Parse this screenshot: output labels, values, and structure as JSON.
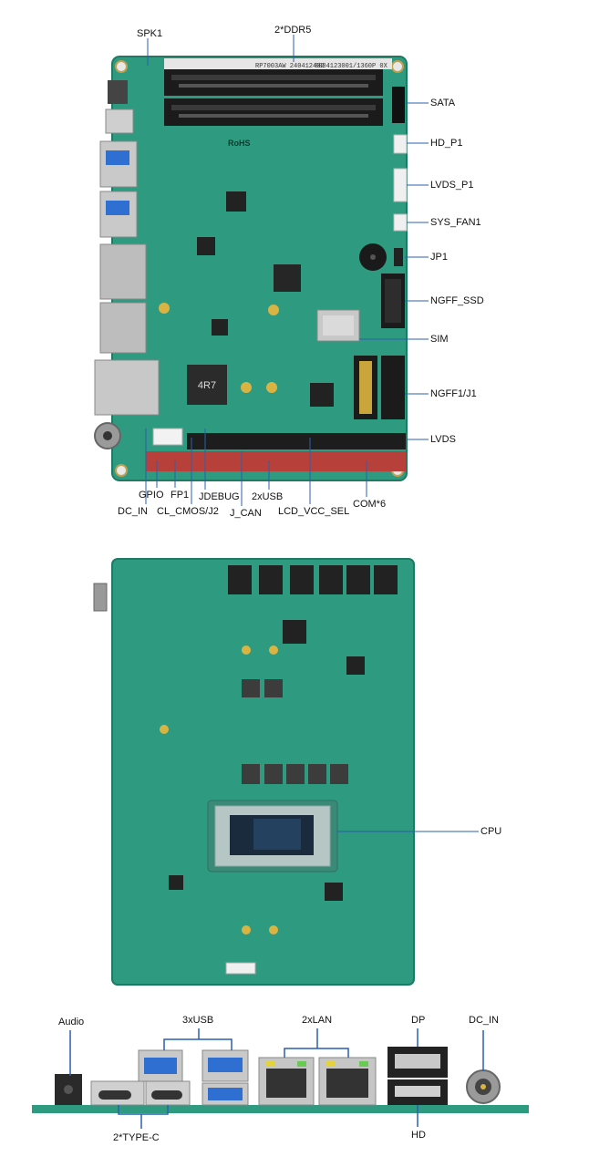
{
  "top_board": {
    "silkscreen": {
      "ddr_code_left": "RP7003AW 240412402",
      "ddr_code_right": "8004123001/1360P 0X",
      "inductor": "4R7",
      "rohs": "RoHS"
    },
    "labels": {
      "spk1": "SPK1",
      "ddr5": "2*DDR5",
      "sata": "SATA",
      "hd_p1": "HD_P1",
      "lvds_p1": "LVDS_P1",
      "sys_fan1": "SYS_FAN1",
      "jp1": "JP1",
      "ngff_ssd": "NGFF_SSD",
      "sim": "SIM",
      "ngff1_j1": "NGFF1/J1",
      "lvds": "LVDS",
      "gpio": "GPIO",
      "fp1": "FP1",
      "jdebug": "JDEBUG",
      "usb2x": "2xUSB",
      "com6": "COM*6",
      "dc_in": "DC_IN",
      "cl_cmos_j2": "CL_CMOS/J2",
      "j_can": "J_CAN",
      "lcd_vcc_sel": "LCD_VCC_SEL"
    }
  },
  "bottom_board": {
    "labels": {
      "cpu": "CPU"
    }
  },
  "io_panel": {
    "labels": {
      "audio": "Audio",
      "usb3x": "3xUSB",
      "lan2x": "2xLAN",
      "dp": "DP",
      "dc_in": "DC_IN",
      "type_c2": "2*TYPE-C",
      "hd": "HD"
    }
  },
  "colors": {
    "pcb": "#2e9a80",
    "pcb_dark": "#1f7a63",
    "ram_slot": "#1b1b1b",
    "header_red": "#b8403a",
    "usb_blue": "#2f6fd1",
    "leader": "#2a5fb0"
  }
}
